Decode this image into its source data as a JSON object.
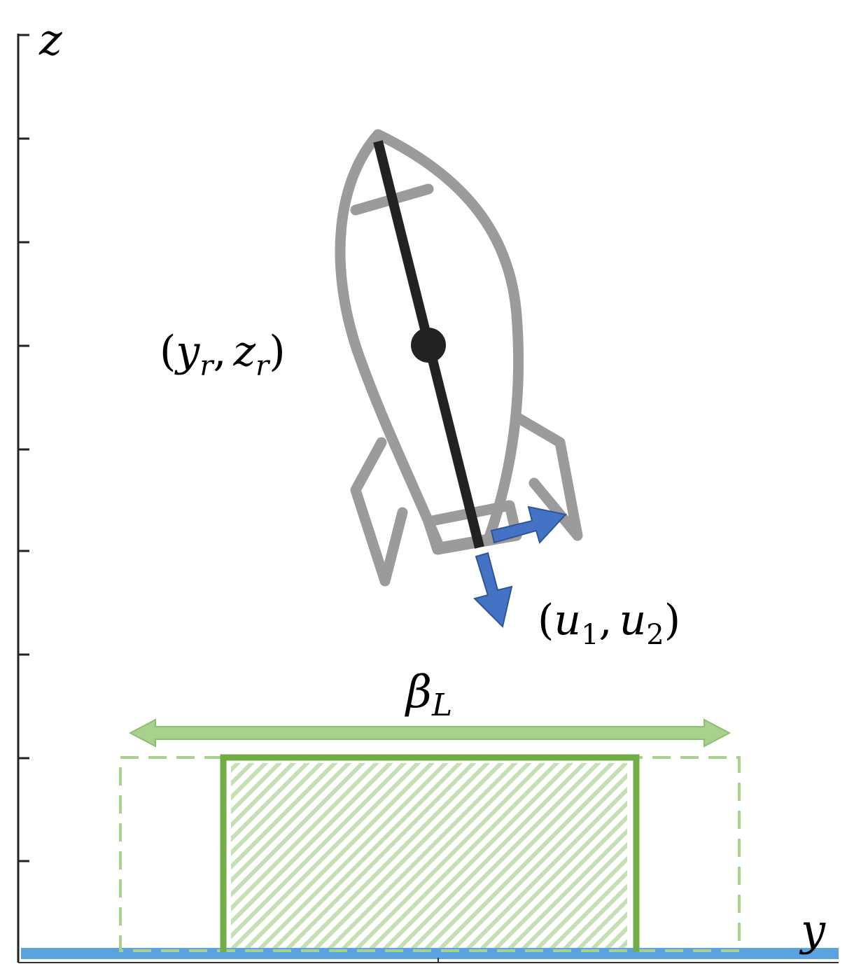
{
  "axes": {
    "z_label": "z",
    "y_label": "y"
  },
  "labels": {
    "position": {
      "open": "(",
      "y": "y",
      "y_sub": "r",
      "sep": ",",
      "z": "z",
      "z_sub": "r",
      "close": ")"
    },
    "thrust": {
      "open": "(",
      "u": "u",
      "u1_sub": "1",
      "sep": ",",
      "u2": "u",
      "u2_sub": "2",
      "close": ")"
    },
    "landing_width": {
      "beta": "β",
      "beta_sub": "L"
    }
  },
  "colors": {
    "axis": "#000000",
    "rocket_outline": "#9b9b9b",
    "rocket_axis": "#222222",
    "thrust_arrow": "#4472c4",
    "landing": "#70ad47",
    "landing_light": "#a9d18e",
    "ground": "#5ba3e0"
  }
}
